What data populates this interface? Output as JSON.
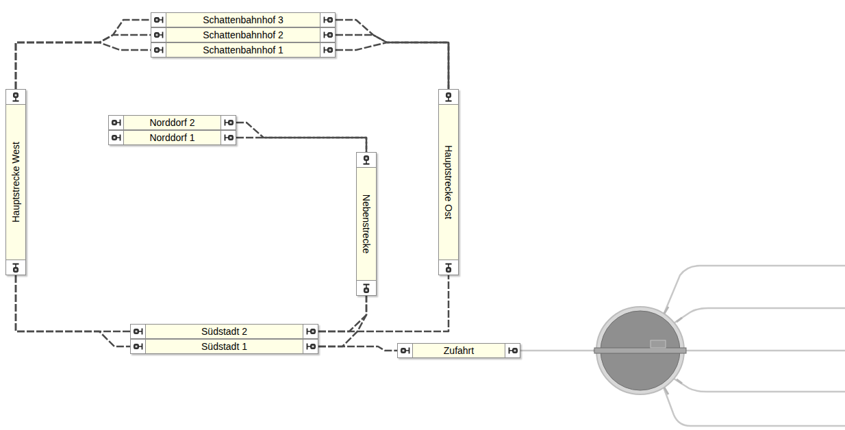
{
  "diagram": {
    "nodes": [
      {
        "text": [
          "Schattenbahnhof 3"
        ]
      },
      {
        "text": [
          "Schattenbahnhof 2"
        ]
      },
      {
        "text": [
          "Schattenbahnhof 1"
        ]
      },
      {
        "text": [
          "Hauptstrecke West"
        ]
      },
      {
        "text": [
          "Norddorf 2"
        ]
      },
      {
        "text": [
          "Norddorf 1"
        ]
      },
      {
        "text": [
          "Nebenstrecke"
        ]
      },
      {
        "text": [
          "Hauptstrecke Ost"
        ]
      },
      {
        "text": [
          "Südstadt 2"
        ]
      },
      {
        "text": [
          "Südstadt 1"
        ]
      },
      {
        "text": [
          "Zufahrt"
        ]
      }
    ],
    "edges": [
      {
        "from": 3,
        "to": 0,
        "arrow": "none"
      },
      {
        "from": 3,
        "to": 1,
        "arrow": "none"
      },
      {
        "from": 3,
        "to": 2,
        "arrow": "none"
      },
      {
        "from": 0,
        "to": 7,
        "arrow": "none"
      },
      {
        "from": 1,
        "to": 7,
        "arrow": "none"
      },
      {
        "from": 2,
        "to": 7,
        "arrow": "none"
      },
      {
        "from": 4,
        "to": 6,
        "arrow": "none"
      },
      {
        "from": 5,
        "to": 6,
        "arrow": "none"
      },
      {
        "from": 3,
        "to": 8,
        "arrow": "none"
      },
      {
        "from": 3,
        "to": 9,
        "arrow": "none"
      },
      {
        "from": 8,
        "to": 7,
        "arrow": "none"
      },
      {
        "from": 8,
        "to": 6,
        "arrow": "none"
      },
      {
        "from": 9,
        "to": 6,
        "arrow": "none"
      },
      {
        "from": 9,
        "to": 10,
        "arrow": "none"
      }
    ]
  }
}
